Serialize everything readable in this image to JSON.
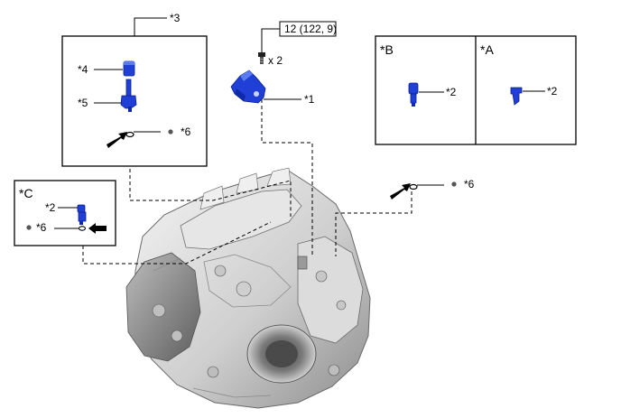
{
  "torque_spec": "12 (122, 9)",
  "bolt_qty": "x 2",
  "labels": {
    "item1": "*1",
    "item2_b": "*2",
    "item2_a": "*2",
    "item2_c": "*2",
    "item3": "*3",
    "item4": "*4",
    "item5": "*5",
    "item6_top": "*6",
    "item6_right": "*6",
    "item6_c": "*6",
    "view_a": "*A",
    "view_b": "*B",
    "view_c": "*C"
  },
  "colors": {
    "part_blue": "#1f3fd6",
    "transmission_gray": "#d8d8d8",
    "outline": "#000000"
  }
}
